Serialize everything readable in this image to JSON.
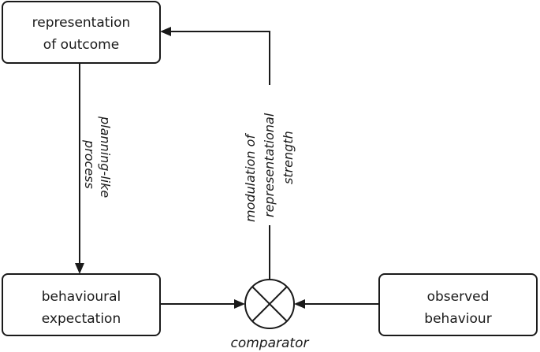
{
  "nodes": {
    "outcome": {
      "line1": "representation",
      "line2": "of outcome"
    },
    "expectation": {
      "line1": "behavioural",
      "line2": "expectation"
    },
    "observed": {
      "line1": "observed",
      "line2": "behaviour"
    }
  },
  "comparator": {
    "label": "comparator"
  },
  "edges": {
    "planning": {
      "line1": "planning-like",
      "line2": "process"
    },
    "modulation": {
      "line1": "modulation of",
      "line2": "representational",
      "line3": "strength"
    }
  }
}
